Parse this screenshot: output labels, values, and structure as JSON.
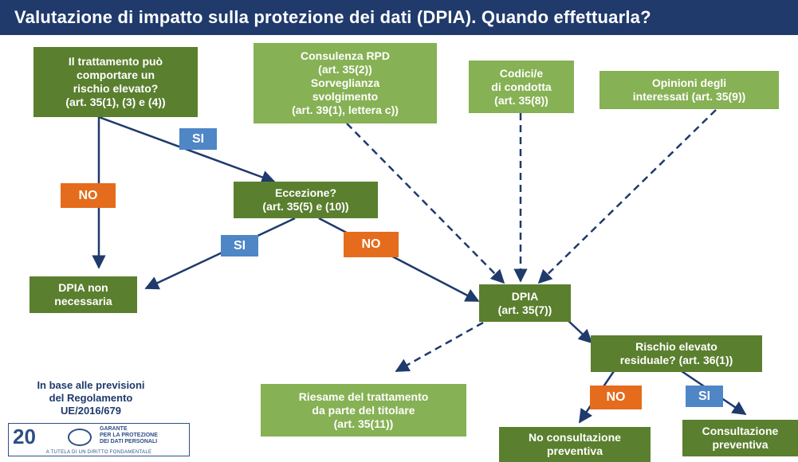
{
  "title": "Valutazione di impatto sulla protezione dei dati (DPIA). Quando effettuarla?",
  "nodes": {
    "q_rischio": [
      "Il trattamento può",
      "comportare un",
      "rischio elevato?",
      "(art. 35(1), (3) e (4))"
    ],
    "consulenza": [
      "Consulenza RPD",
      "(art. 35(2))",
      "Sorveglianza",
      "svolgimento",
      "(art. 39(1), lettera c))"
    ],
    "codici": [
      "Codici/e",
      "di condotta",
      "(art. 35(8))"
    ],
    "opinioni": [
      "Opinioni degli",
      "interessati (art. 35(9))"
    ],
    "eccezione": [
      "Eccezione?",
      "(art. 35(5) e (10))"
    ],
    "non_necessaria": [
      "DPIA non",
      "necessaria"
    ],
    "dpia": [
      "DPIA",
      "(art. 35(7))"
    ],
    "rischio_residuale": [
      "Rischio elevato",
      "residuale? (art. 36(1))"
    ],
    "riesame": [
      "Riesame del trattamento",
      "da parte del titolare",
      "(art. 35(11))"
    ],
    "no_consultazione": [
      "No consultazione",
      "preventiva"
    ],
    "consultazione": [
      "Consultazione",
      "preventiva"
    ]
  },
  "tags": {
    "si_1": "SI",
    "no_1": "NO",
    "si_2": "SI",
    "no_2": "NO",
    "no_3": "NO",
    "si_3": "SI"
  },
  "basis": [
    "In base alle previsioni",
    "del Regolamento",
    "UE/2016/679"
  ],
  "logo": {
    "numerals": "20",
    "line1": "GARANTE",
    "line2": "PER LA PROTEZIONE",
    "line3": "DEI DATI PERSONALI",
    "motto": "A TUTELA DI UN DIRITTO FONDAMENTALE"
  },
  "colors": {
    "title_bg": "#1f3a6b",
    "box_dark": "#5a7f2e",
    "box_light": "#86b154",
    "tag_no": "#e46c1c",
    "tag_si": "#4f86c6",
    "arrow": "#1f3a6b"
  }
}
